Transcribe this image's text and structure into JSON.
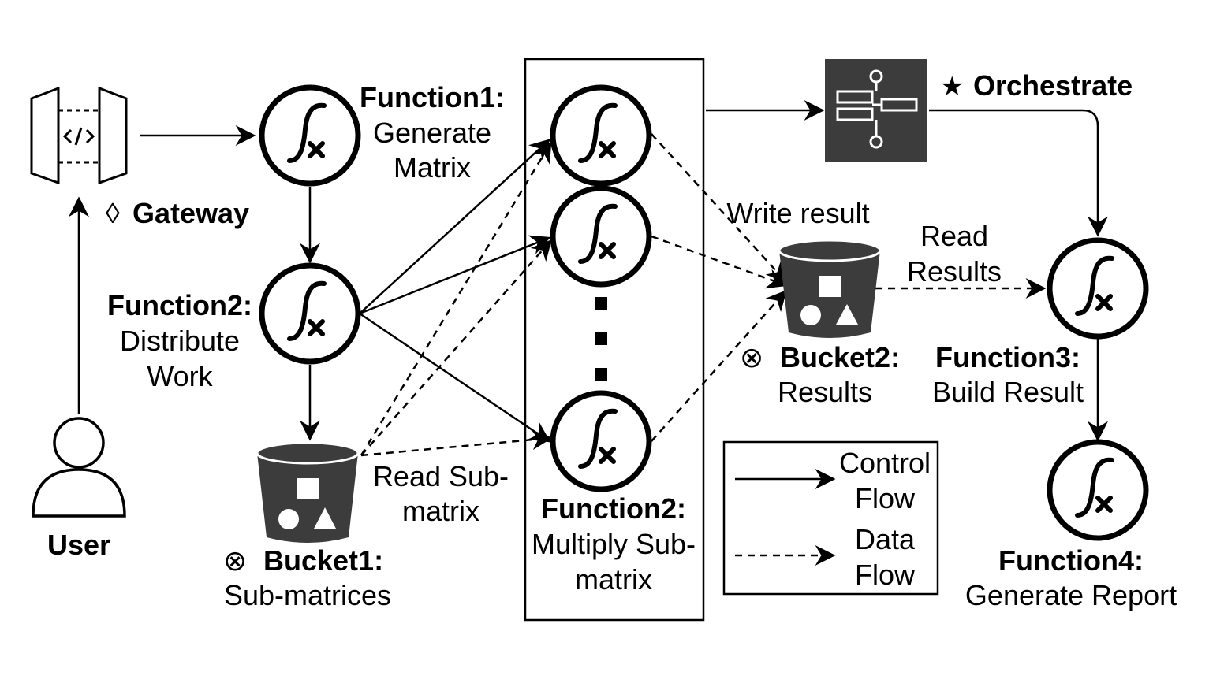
{
  "colors": {
    "line": "#000000",
    "icon_dark": "#3c3c3c",
    "icon_light": "#ffffff"
  },
  "icons": {
    "gateway": "api-gateway-icon",
    "user": "user-icon",
    "function": "lambda-function-icon",
    "bucket": "storage-bucket-icon",
    "orchestrator": "step-functions-icon"
  },
  "gateway": {
    "marker": "◊",
    "label": "Gateway"
  },
  "user": {
    "label": "User"
  },
  "function1": {
    "title": "Function1:",
    "line1": "Generate",
    "line2": "Matrix"
  },
  "function2_distribute": {
    "title": "Function2:",
    "line1": "Distribute",
    "line2": "Work"
  },
  "bucket1": {
    "marker": "⊗",
    "title": "Bucket1:",
    "desc": "Sub-matrices"
  },
  "read_submatrix": {
    "line1": "Read Sub-",
    "line2": "matrix"
  },
  "function2_multiply": {
    "title": "Function2:",
    "line1": "Multiply Sub-",
    "line2": "matrix"
  },
  "orchestrate": {
    "marker": "★",
    "label": "Orchestrate"
  },
  "write_result": {
    "label": "Write result"
  },
  "bucket2": {
    "marker": "⊗",
    "title": "Bucket2:",
    "desc": "Results"
  },
  "read_results": {
    "line1": "Read",
    "line2": "Results"
  },
  "function3": {
    "title": "Function3:",
    "desc": "Build Result"
  },
  "function4": {
    "title": "Function4:",
    "desc": "Generate Report"
  },
  "legend": {
    "control_line1": "Control",
    "control_line2": "Flow",
    "data_line1": "Data",
    "data_line2": "Flow"
  }
}
